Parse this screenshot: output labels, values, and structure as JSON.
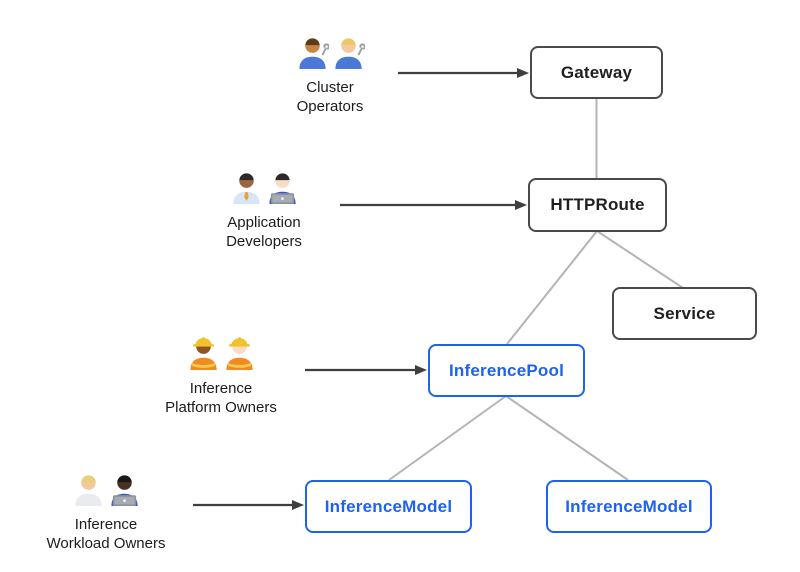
{
  "diagram": {
    "nodes": [
      {
        "id": "gateway",
        "label": "Gateway",
        "variant": "gray"
      },
      {
        "id": "httproute",
        "label": "HTTPRoute",
        "variant": "gray"
      },
      {
        "id": "service",
        "label": "Service",
        "variant": "gray"
      },
      {
        "id": "inferencepool",
        "label": "InferencePool",
        "variant": "blue"
      },
      {
        "id": "inferencemodel-1",
        "label": "InferenceModel",
        "variant": "blue"
      },
      {
        "id": "inferencemodel-2",
        "label": "InferenceModel",
        "variant": "blue"
      }
    ],
    "edges": [
      {
        "from": "gateway",
        "to": "httproute"
      },
      {
        "from": "httproute",
        "to": "inferencepool"
      },
      {
        "from": "httproute",
        "to": "service"
      },
      {
        "from": "inferencepool",
        "to": "inferencemodel-1"
      },
      {
        "from": "inferencepool",
        "to": "inferencemodel-2"
      }
    ],
    "actors": [
      {
        "id": "cluster-operators",
        "label_lines": [
          "Cluster",
          "Operators"
        ],
        "arrow_to": "gateway",
        "icons": [
          {
            "name": "man-mechanic-emoji",
            "skin": "#c68642",
            "hair": "#5d3a1a",
            "shirt": "#4b79d8",
            "wrench": true
          },
          {
            "name": "woman-mechanic-emoji",
            "skin": "#f3c99f",
            "hair": "#e9c968",
            "shirt": "#4b79d8",
            "wrench": true
          }
        ]
      },
      {
        "id": "application-developers",
        "label_lines": [
          "Application",
          "Developers"
        ],
        "arrow_to": "httproute",
        "icons": [
          {
            "name": "man-office-worker-emoji",
            "skin": "#9c6644",
            "hair": "#2e2a27",
            "shirt": "#d7e6f7",
            "tie": "#efa030"
          },
          {
            "name": "woman-technologist-emoji",
            "skin": "#f7dcc6",
            "hair": "#2e2a27",
            "shirt": "#3d55c6",
            "laptop": true
          }
        ]
      },
      {
        "id": "inference-platform-owners",
        "label_lines": [
          "Inference",
          "Platform Owners"
        ],
        "arrow_to": "inferencepool",
        "icons": [
          {
            "name": "woman-construction-worker-emoji",
            "skin": "#8d5524",
            "hair": "#33261d",
            "shirt": "#f08a24",
            "vest_stripe": "#f7c948",
            "hat": "#f2c12e"
          },
          {
            "name": "man-construction-worker-emoji",
            "skin": "#f7dcc6",
            "hair": "#b5803f",
            "shirt": "#f08a24",
            "vest_stripe": "#f7c948",
            "hat": "#f2c12e"
          }
        ]
      },
      {
        "id": "inference-workload-owners",
        "label_lines": [
          "Inference",
          "Workload Owners"
        ],
        "arrow_to": "inferencemodel-1",
        "icons": [
          {
            "name": "blond-person-emoji",
            "skin": "#f3c99f",
            "hair": "#e9cf79",
            "shirt": "#e9ebee"
          },
          {
            "name": "man-technologist-dark-emoji",
            "skin": "#4a2f23",
            "hair": "#191919",
            "shirt": "#3d55c6",
            "laptop": true
          }
        ]
      }
    ]
  },
  "palette": {
    "background": "#ffffff",
    "box_border_gray": "#4a4a4a",
    "box_text_gray": "#1f1f1f",
    "box_blue": "#1d63ed",
    "edge_gray": "#b4b4b4",
    "arrow_dark": "#3f3f3f",
    "actor_label_text": "#1c1c1c"
  }
}
